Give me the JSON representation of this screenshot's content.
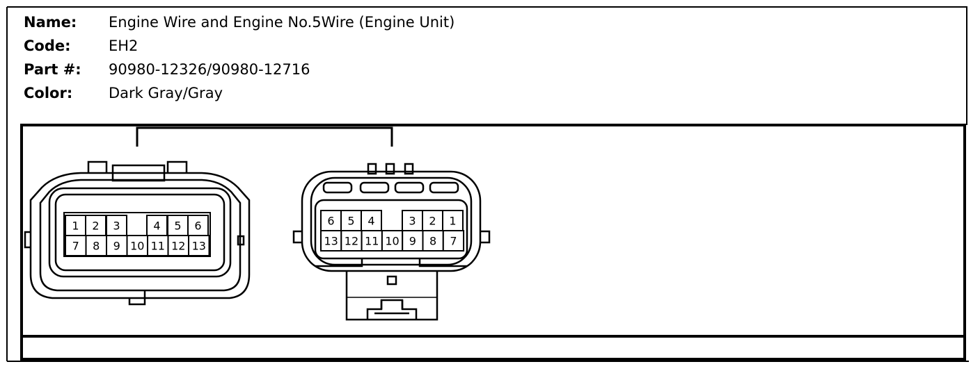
{
  "connector": {
    "name_label": "Name:",
    "name": "Engine Wire and Engine No.5Wire (Engine Unit)",
    "code_label": "Code:",
    "code": "EH2",
    "part_label": "Part #:",
    "part": "90980-12326/90980-12716",
    "color_label": "Color:",
    "color": "Dark Gray/Gray"
  },
  "female_pins": {
    "top": [
      "1",
      "2",
      "3",
      "4",
      "5",
      "6"
    ],
    "bottom": [
      "7",
      "8",
      "9",
      "10",
      "11",
      "12",
      "13"
    ]
  },
  "male_pins": {
    "top": [
      "6",
      "5",
      "4",
      "3",
      "2",
      "1"
    ],
    "bottom": [
      "13",
      "12",
      "11",
      "10",
      "9",
      "8",
      "7"
    ]
  }
}
